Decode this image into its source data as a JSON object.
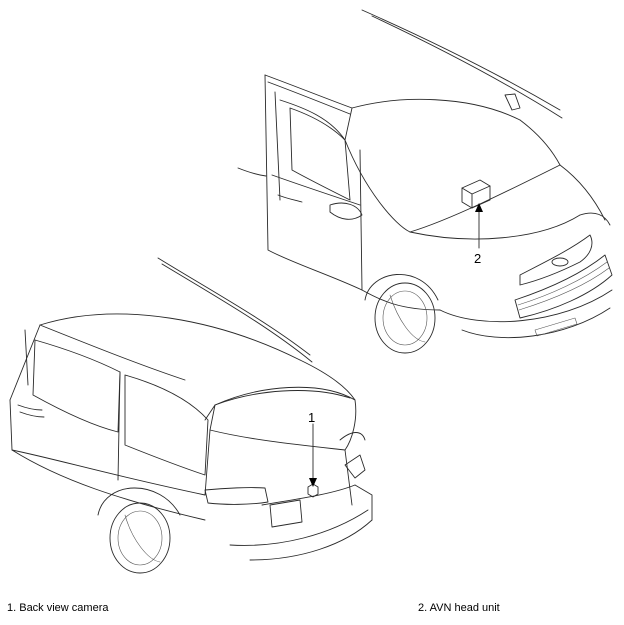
{
  "callouts": {
    "camera": "1",
    "head_unit": "2"
  },
  "legend": [
    {
      "number": "1",
      "text": "1. Back view camera"
    },
    {
      "number": "2",
      "text": "2. AVN head unit"
    }
  ]
}
